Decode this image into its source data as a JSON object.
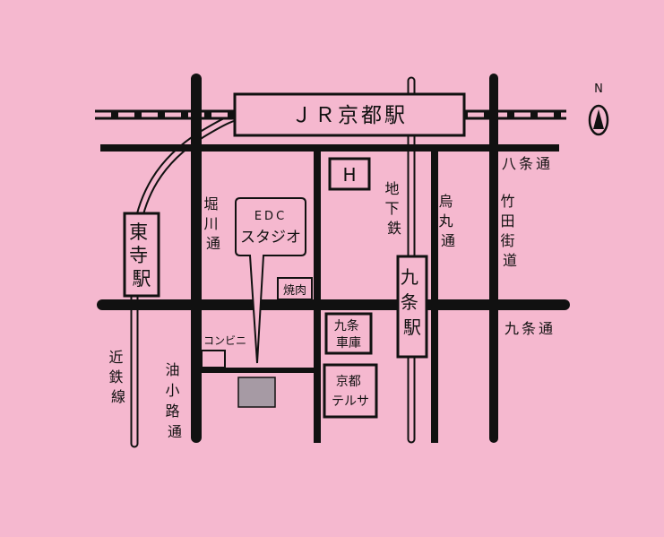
{
  "stations": {
    "jr_kyoto": "ＪＲ京都駅",
    "toji": [
      "東",
      "寺",
      "駅"
    ],
    "kujo": [
      "九",
      "条",
      "駅"
    ]
  },
  "streets": {
    "hachijo": "八条通",
    "kujo": "九条通",
    "horikawa": [
      "堀",
      "川",
      "通"
    ],
    "aburanokoji": [
      "油",
      "小",
      "路",
      "通"
    ],
    "karasuma": [
      "烏",
      "丸",
      "通"
    ],
    "takeda": [
      "竹",
      "田",
      "街",
      "道"
    ]
  },
  "railways": {
    "kintetsu": [
      "近",
      "鉄",
      "線"
    ],
    "subway": [
      "地",
      "下",
      "鉄"
    ]
  },
  "places": {
    "edc_line1": "EDC",
    "edc_line2": "スタジオ",
    "hotel": "H",
    "yakiniku": "焼肉",
    "convenience": "コンビニ",
    "kujo_depot": [
      "九条",
      "車庫"
    ],
    "kyoto_terrsa": [
      "京都",
      "テルサ"
    ]
  },
  "compass": {
    "north": "N"
  }
}
